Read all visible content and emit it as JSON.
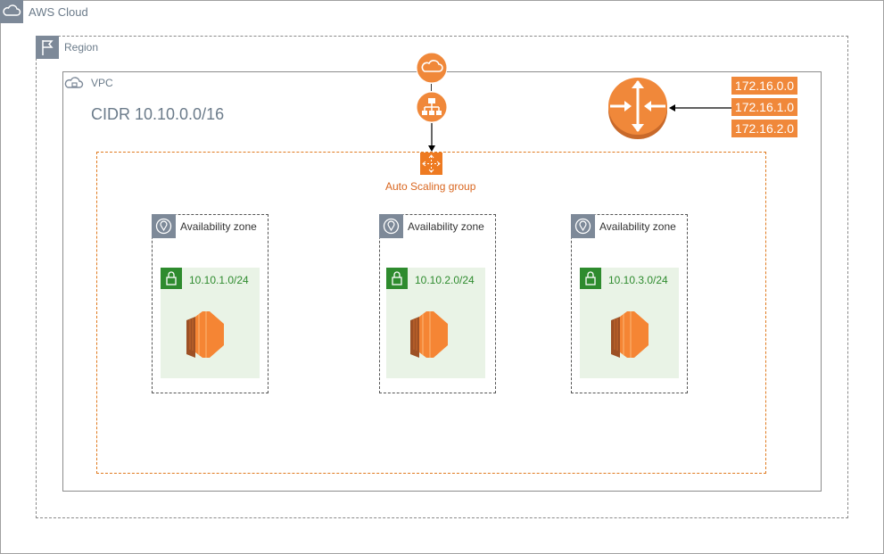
{
  "groups": {
    "cloud_label": "AWS Cloud",
    "region_label": "Region",
    "vpc_label": "VPC",
    "vpc_cidr": "CIDR 10.10.0.0/16",
    "asg_label": "Auto Scaling group"
  },
  "availability_zones": [
    {
      "label": "Availability zone",
      "subnet": "10.10.1.0/24"
    },
    {
      "label": "Availability zone",
      "subnet": "10.10.2.0/24"
    },
    {
      "label": "Availability zone",
      "subnet": "10.10.3.0/24"
    }
  ],
  "routes": [
    "172.16.0.0",
    "172.16.1.0",
    "172.16.2.0"
  ],
  "colors": {
    "orange": "#f0883a",
    "asg_border": "#e07a1f",
    "green": "#2e8b2e",
    "gray_icon": "#7d8998"
  }
}
